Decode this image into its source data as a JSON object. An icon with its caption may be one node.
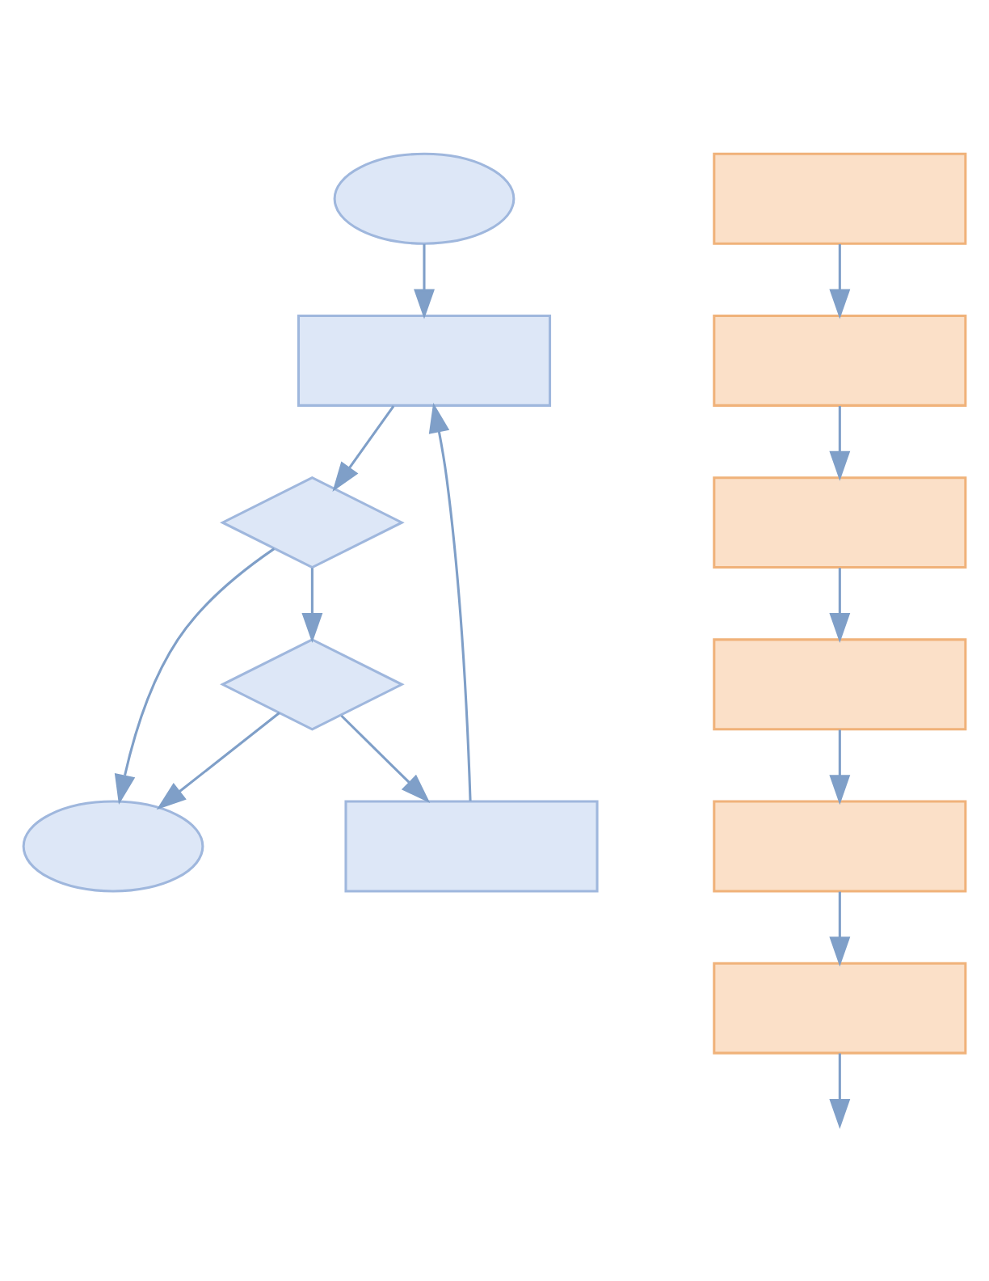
{
  "diagram": {
    "nodes": [
      {
        "text": [],
        "shape": "ellipse"
      },
      {
        "text": [],
        "shape": "box"
      },
      {
        "text": [],
        "shape": "diamond"
      },
      {
        "text": [],
        "shape": "diamond"
      },
      {
        "text": [],
        "shape": "box"
      },
      {
        "text": [],
        "shape": "ellipse"
      },
      {
        "text": [],
        "shape": "box"
      },
      {
        "text": [],
        "shape": "box"
      },
      {
        "text": [],
        "shape": "box"
      },
      {
        "text": [],
        "shape": "box"
      },
      {
        "text": [],
        "shape": "box"
      },
      {
        "text": [],
        "shape": "box"
      }
    ],
    "edges": [
      {
        "from": 0,
        "to": 1,
        "arrow": "to"
      },
      {
        "from": 1,
        "to": 2,
        "arrow": "to"
      },
      {
        "from": 2,
        "to": 3,
        "arrow": "to"
      },
      {
        "from": 3,
        "to": 4,
        "arrow": "to"
      },
      {
        "from": 4,
        "to": 1,
        "arrow": "to"
      },
      {
        "from": 3,
        "to": 5,
        "arrow": "to"
      },
      {
        "from": 2,
        "to": 5,
        "arrow": "to"
      },
      {
        "from": 6,
        "to": 7,
        "arrow": "to"
      },
      {
        "from": 7,
        "to": 8,
        "arrow": "to"
      },
      {
        "from": 8,
        "to": 9,
        "arrow": "to"
      },
      {
        "from": 9,
        "to": 10,
        "arrow": "to"
      },
      {
        "from": 10,
        "to": 11,
        "arrow": "to"
      },
      {
        "from": 11,
        "to": null,
        "arrow": "to"
      }
    ]
  }
}
